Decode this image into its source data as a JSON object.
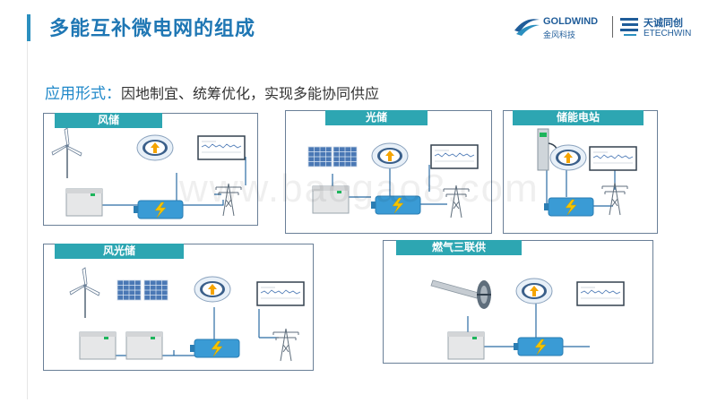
{
  "header": {
    "title": "多能互补微电网的组成",
    "logo_goldwind_en": "GOLDWIND",
    "logo_goldwind_cn": "金风科技",
    "logo_etechwin_cn": "天诚同创",
    "logo_etechwin_en": "ETECHWIN"
  },
  "subtitle": {
    "lead": "应用形式：",
    "text": "因地制宜、统筹优化，实现多能协同供应"
  },
  "panels": [
    {
      "label": "风储"
    },
    {
      "label": "光储"
    },
    {
      "label": "储能电站"
    },
    {
      "label": "风光储"
    },
    {
      "label": "燃气三联供"
    }
  ],
  "watermark": "www.baogao8.com",
  "colors": {
    "accent": "#1f77b4",
    "panel_label_bg": "#2da6b2",
    "panel_border": "#6a7f97",
    "battery": "#3a9bd5",
    "lightning": "#f5c400"
  },
  "icons": [
    "wind-turbine-icon",
    "solar-panel-icon",
    "cabinet-icon",
    "battery-icon",
    "gauge-icon",
    "monitor-icon",
    "power-tower-icon",
    "ev-charger-icon",
    "gas-turbine-icon"
  ]
}
